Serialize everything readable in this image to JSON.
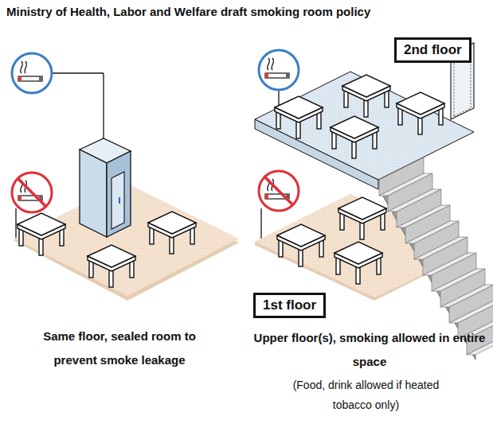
{
  "diagram": {
    "title": "Ministry of Health, Labor and Welfare draft smoking room policy",
    "nodes": [
      {
        "text": [
          "2nd floor"
        ]
      },
      {
        "text": [
          "1st floor"
        ]
      }
    ],
    "labels": [
      "Same floor, sealed room to prevent smoke leakage",
      "Upper floor(s), smoking allowed in entire space",
      "(Food, drink allowed if heated tobacco only)"
    ]
  }
}
